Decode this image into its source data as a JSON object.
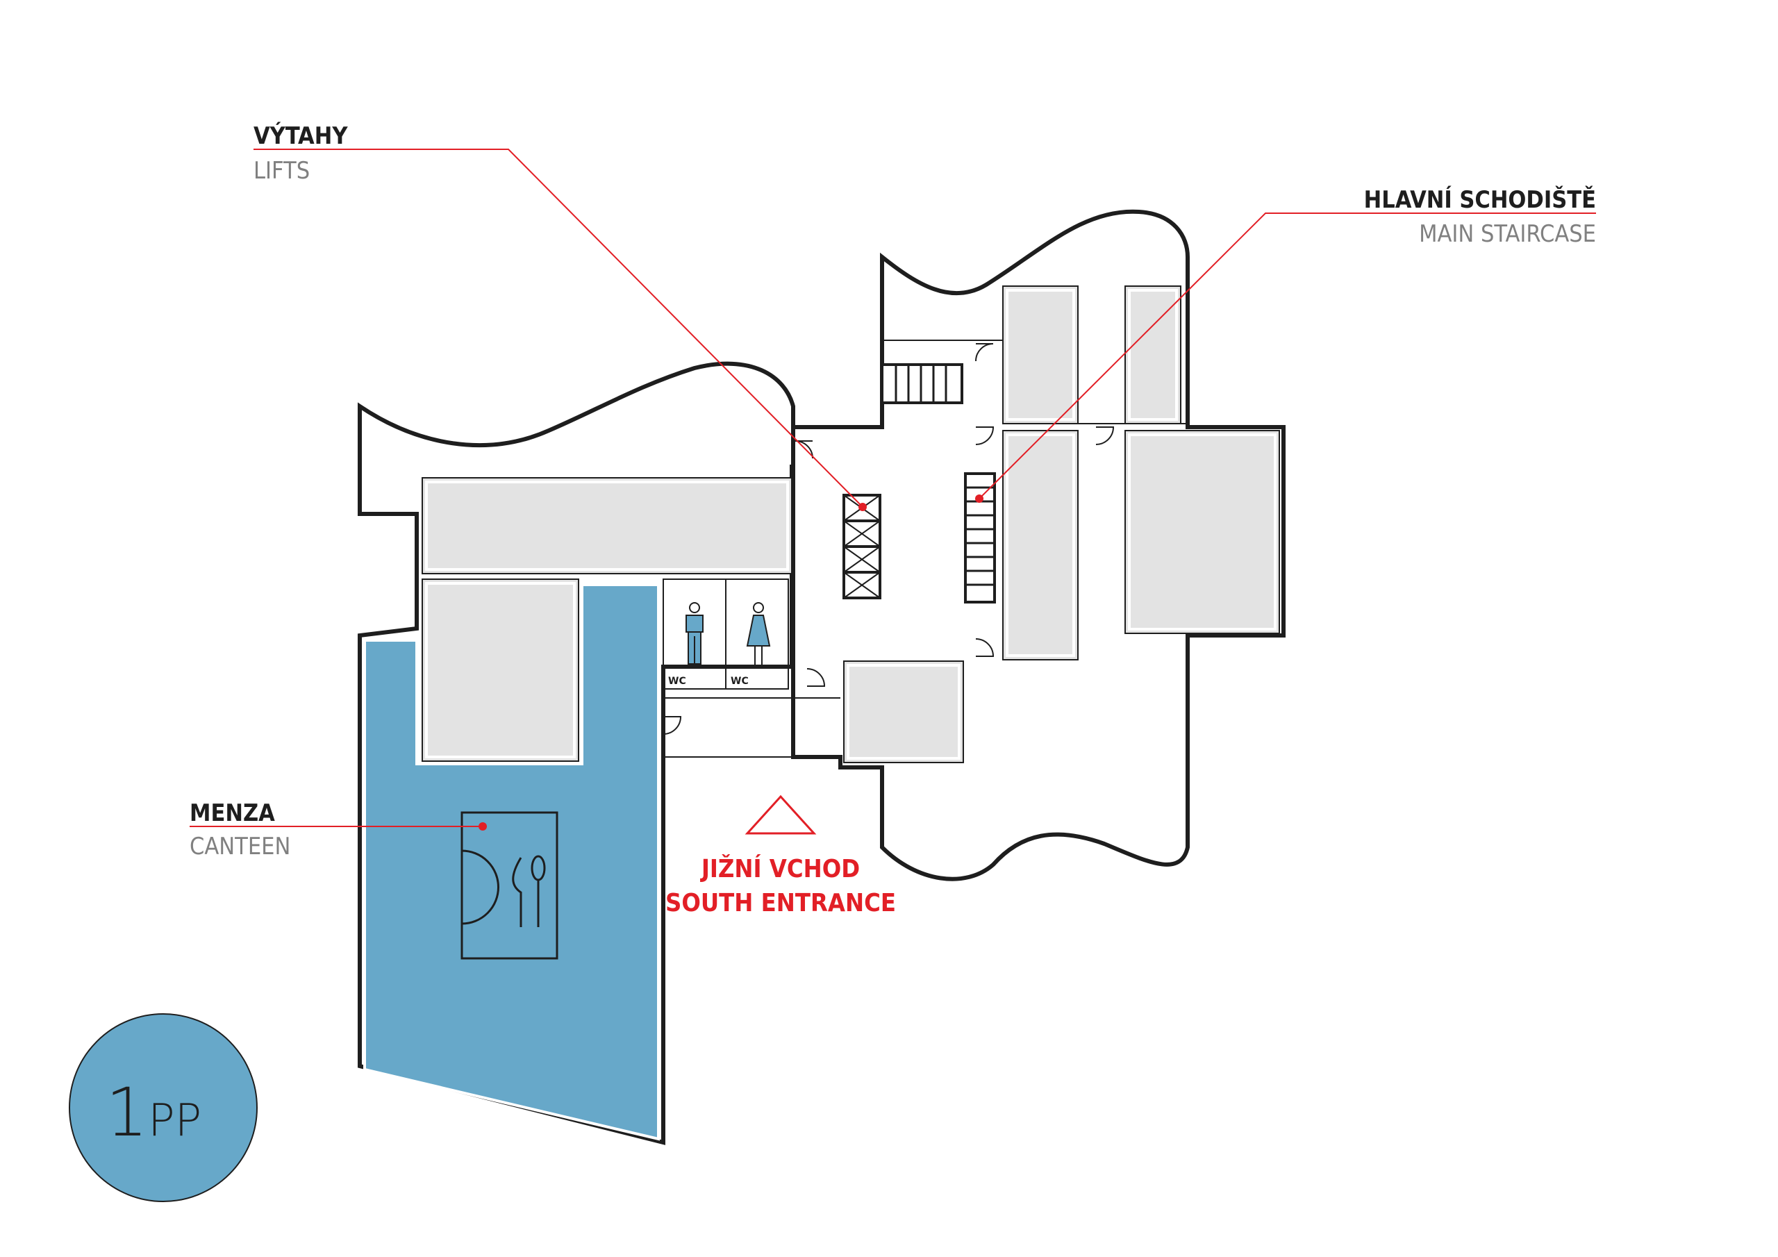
{
  "labels": {
    "lifts_cz": "VÝTAHY",
    "lifts_en": "LIFTS",
    "stairs_cz": "HLAVNÍ SCHODIŠTĚ",
    "stairs_en": "MAIN STAIRCASE",
    "canteen_cz": "MENZA",
    "canteen_en": "CANTEEN",
    "entrance_cz": "JIŽNÍ VCHOD",
    "entrance_en": "SOUTH ENTRANCE",
    "wc_men": "WC",
    "wc_women": "WC"
  },
  "floor": {
    "number": "1",
    "suffix": "PP"
  },
  "colors": {
    "canteen_fill": "#67a8c9",
    "room_fill": "#e3e3e3",
    "wall": "#1e1e1e",
    "callout": "#e21f26",
    "label_en": "#808080"
  },
  "icons": [
    "lift-icon",
    "staircase-icon",
    "restaurant-icon",
    "male-toilet-icon",
    "female-toilet-icon",
    "entrance-triangle-icon"
  ]
}
